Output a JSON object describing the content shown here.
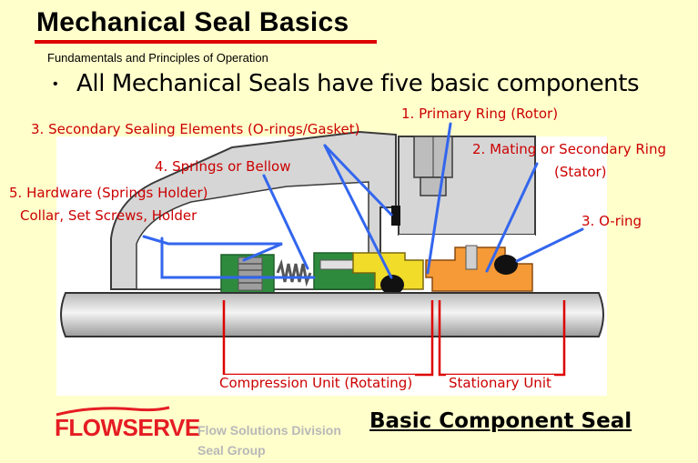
{
  "slide": {
    "title": "Mechanical Seal Basics",
    "subtitle": "Fundamentals and Principles of Operation",
    "bullet_symbol": "•",
    "bullet": "All Mechanical Seals have five basic components"
  },
  "labels": {
    "primary_ring": "1. Primary Ring (Rotor)",
    "mating_ring_1": "2. Mating or Secondary Ring",
    "mating_ring_2": "(Stator)",
    "secondary_sealing": "3. Secondary Sealing Elements (O-rings/Gasket)",
    "springs": "4. Springs or Bellow",
    "hardware_1": "5. Hardware (Springs Holder)",
    "hardware_2": "Collar, Set Screws, Holder",
    "oring": "3. O-ring",
    "compression_unit": "Compression Unit (Rotating)",
    "stationary_unit": "Stationary Unit"
  },
  "footer": {
    "logo": "FLOWSERVE",
    "division_1": "Flow Solutions Division",
    "division_2": "Seal Group",
    "caption": "Basic Component Seal"
  },
  "colors": {
    "background": "#ffffcc",
    "label_red": "#cc0000",
    "leader_blue": "#3366ee",
    "collar_green": "#2e8b3e",
    "rotor_yellow": "#f2dc2a",
    "stator_orange": "#f59a36",
    "housing_gray": "#d4d4d4",
    "logo_red": "#e51c23"
  }
}
